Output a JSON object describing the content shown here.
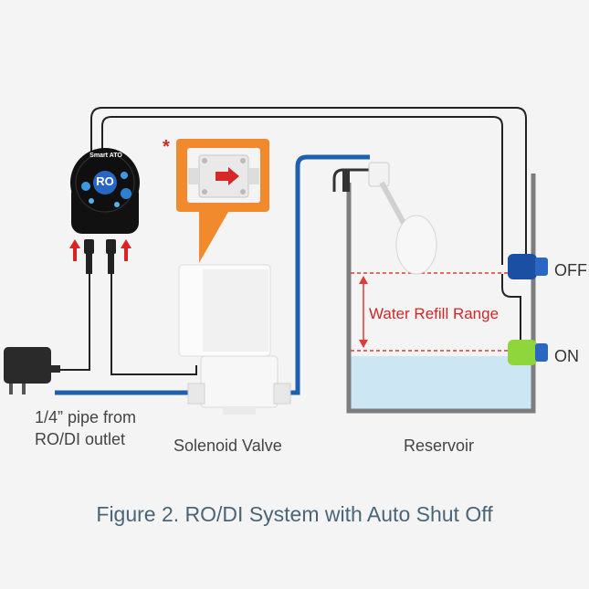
{
  "labels": {
    "pipe_line1": "1/4” pipe from",
    "pipe_line2": "RO/DI outlet",
    "valve": "Solenoid Valve",
    "reservoir": "Reservoir",
    "off": "OFF",
    "on": "ON",
    "refill_range": "Water Refill Range",
    "asterisk": "*"
  },
  "device": {
    "title": "Smart ATO",
    "badge": "RO"
  },
  "caption": "Figure 2. RO/DI System with Auto Shut Off",
  "colors": {
    "water_pipe": "#1f5fb0",
    "refill_marker": "#e03a3a",
    "callout": "#f08a2c",
    "sensor_off": "#1b4fa3",
    "sensor_on": "#8fd63c",
    "water": "#cde6f3"
  }
}
